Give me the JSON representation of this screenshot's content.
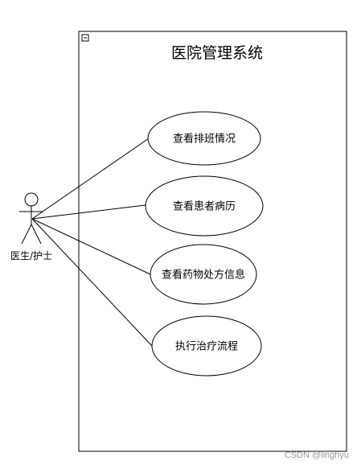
{
  "system": {
    "title": "医院管理系统",
    "collapse_glyph": "−"
  },
  "actor": {
    "label": "医生/护士"
  },
  "use_cases": [
    {
      "label": "查看排班情况"
    },
    {
      "label": "查看患者病历"
    },
    {
      "label": "查看药物处方信息"
    },
    {
      "label": "执行治疗流程"
    }
  ],
  "watermark": "CSDN @linghyu"
}
